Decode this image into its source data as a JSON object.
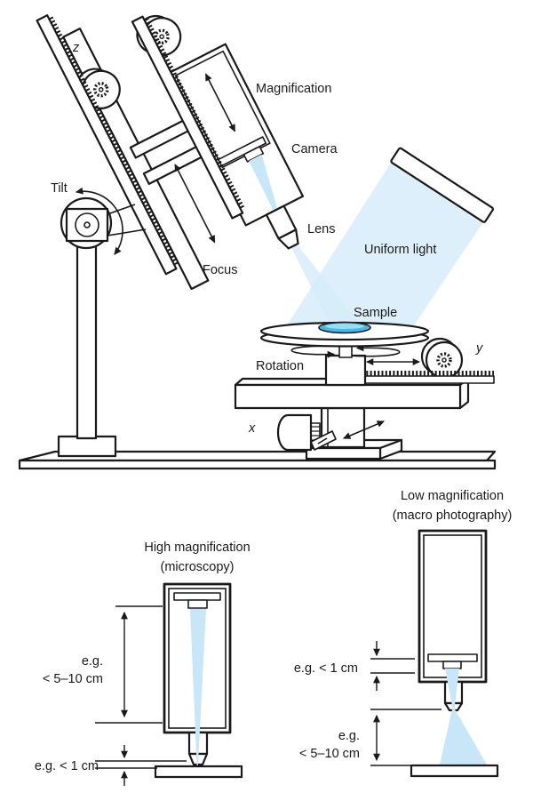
{
  "colors": {
    "line": "#1a1a1a",
    "beam_blue": "#d7ecf9",
    "beam_blue_strong": "#c7e6f7",
    "sample_blue": "#45b8e6",
    "sample_blue_light": "#9adcf4",
    "metal_gray": "#d8d8d8",
    "block_gray": "#dcdcdc"
  },
  "top_diagram": {
    "labels": {
      "z_axis": "z",
      "magnification": "Magnification",
      "camera": "Camera",
      "tilt": "Tilt",
      "lens": "Lens",
      "uniform_light": "Uniform light",
      "focus": "Focus",
      "sample": "Sample",
      "rotation": "Rotation",
      "y_axis": "y",
      "x_axis": "x"
    }
  },
  "bottom_left_diagram": {
    "title_line1": "High magnification",
    "title_line2": "(microscopy)",
    "sensor_distance_prefix": "e.g.",
    "sensor_distance_value": "< 5–10 cm",
    "lens_sample_distance": "e.g. < 1 cm"
  },
  "bottom_right_diagram": {
    "title_line1": "Low magnification",
    "title_line2": "(macro photography)",
    "sensor_lens_distance": "e.g. < 1 cm",
    "working_distance_prefix": "e.g.",
    "working_distance_value": "< 5–10 cm"
  }
}
